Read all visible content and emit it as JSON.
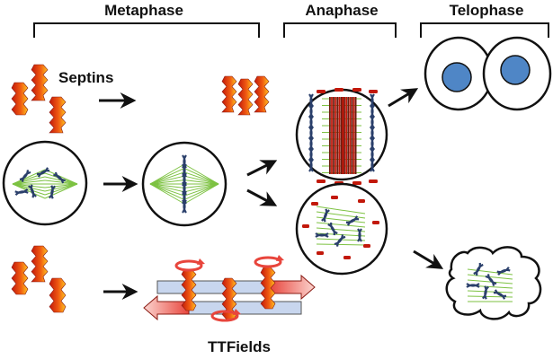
{
  "labels": {
    "metaphase": "Metaphase",
    "anaphase": "Anaphase",
    "telophase": "Telophase",
    "septins": "Septins",
    "ttfields": "TTFields"
  },
  "colors": {
    "septin_dark": "#c2180a",
    "septin_mid": "#f05a12",
    "septin_light": "#ffc51f",
    "spindle": "#7dc242",
    "chromosome": "#2a3f6b",
    "nucleus": "#4f86c6",
    "field_blue": "#c8d6ee",
    "field_red": "#e8453c",
    "ink": "#111111"
  }
}
